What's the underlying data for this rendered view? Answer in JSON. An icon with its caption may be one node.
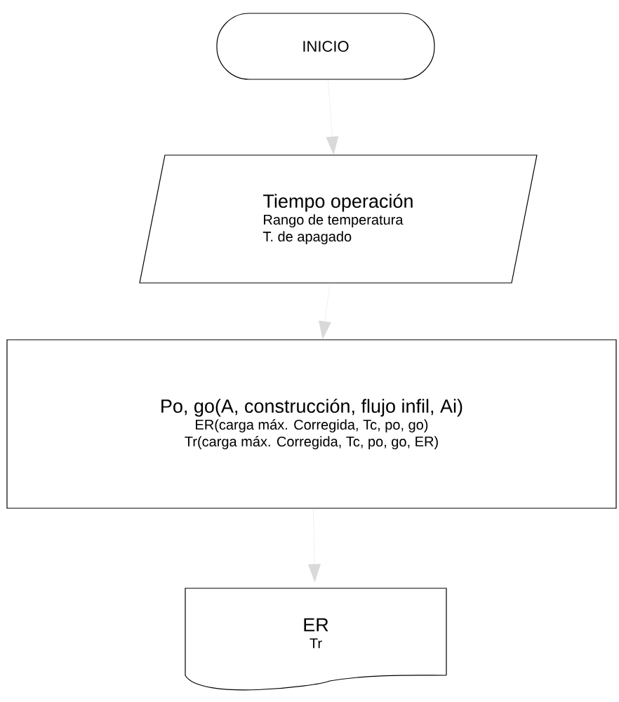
{
  "diagram": {
    "nodes": [
      {
        "text": [
          "INICIO"
        ]
      },
      {
        "text": [
          "Tiempo operación",
          "Rango de temperatura",
          "T. de apagado"
        ]
      },
      {
        "text": [
          "Po, go(A, construcción, flujo infil, Ai)",
          "ER(carga máx. Corregida, Tc, po, go)",
          "Tr(carga máx. Corregida, Tc, po, go, ER)"
        ]
      },
      {
        "text": [
          "ER",
          "Tr"
        ]
      }
    ],
    "edges": [
      {
        "from": 0,
        "to": 1,
        "arrow": "to"
      },
      {
        "from": 1,
        "to": 2,
        "arrow": "to"
      },
      {
        "from": 2,
        "to": 3,
        "arrow": "to"
      }
    ]
  }
}
